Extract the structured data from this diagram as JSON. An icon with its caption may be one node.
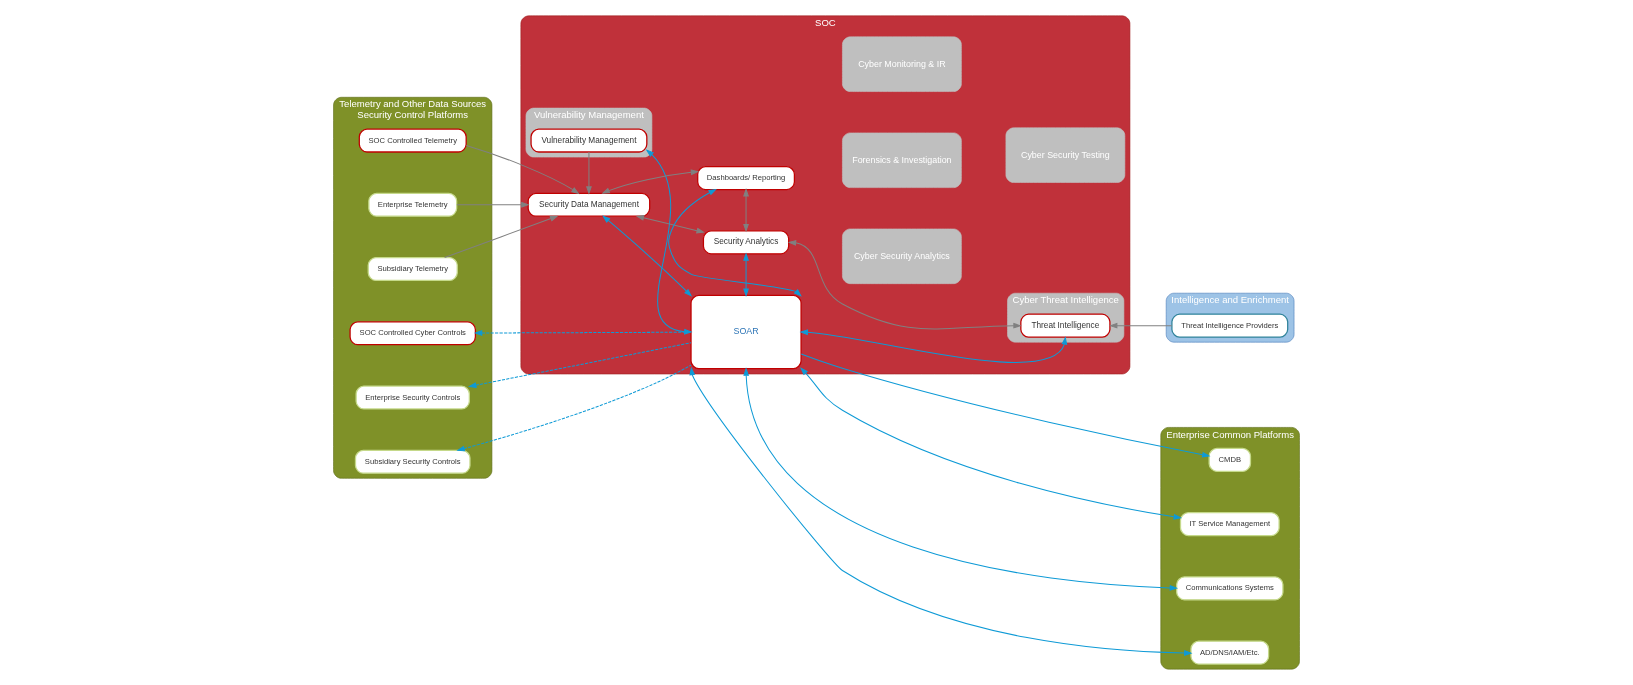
{
  "diagram": {
    "nodes": [
      {
        "text": [
          "Telemetry and Other Data Sources",
          "Security Control Platforms"
        ]
      },
      {
        "text": [
          "SOC Controlled Telemetry"
        ],
        "in": 0
      },
      {
        "text": [
          "Enterprise Telemetry"
        ],
        "in": 0
      },
      {
        "text": [
          "Subsidiary Telemetry"
        ],
        "in": 0
      },
      {
        "text": [
          "SOC Controlled Cyber Controls"
        ],
        "in": 0
      },
      {
        "text": [
          "Enterprise Security Controls"
        ],
        "in": 0
      },
      {
        "text": [
          "Subsidiary Security Controls"
        ],
        "in": 0
      },
      {
        "text": [
          "SOC"
        ]
      },
      {
        "text": [
          "Cyber Security Analytics"
        ],
        "in": 7
      },
      {
        "text": [
          "Cyber Monitoring & IR"
        ],
        "in": 7
      },
      {
        "text": [
          "Cyber Threat Intelligence"
        ],
        "in": 7
      },
      {
        "text": [
          "Vulnerability Management"
        ],
        "in": 7
      },
      {
        "text": [
          "Forensics & Investigation"
        ],
        "in": 7
      },
      {
        "text": [
          "Cyber Security Testing"
        ],
        "in": 7
      },
      {
        "text": [
          "Dashboards/ Reporting"
        ],
        "in": 7
      },
      {
        "text": [
          "Security Analytics"
        ],
        "in": 7
      },
      {
        "text": [
          "Security Data Management"
        ],
        "in": 7
      },
      {
        "text": [
          "SOAR"
        ],
        "in": 7
      },
      {
        "text": [
          "Vulnerability Management"
        ],
        "in": 11
      },
      {
        "text": [
          "Threat Intelligence"
        ],
        "in": 10
      },
      {
        "text": [
          "Intelligence and Enrichment"
        ]
      },
      {
        "text": [
          "Threat Intelligence Providers"
        ],
        "in": 20
      },
      {
        "text": [
          "Enterprise Common Platforms"
        ]
      },
      {
        "text": [
          "IT Service Management"
        ],
        "in": 22
      },
      {
        "text": [
          "Communications Systems"
        ],
        "in": 22
      },
      {
        "text": [
          "AD/DNS/IAM/Etc."
        ],
        "in": 22
      },
      {
        "text": [
          "CMDB"
        ],
        "in": 22
      }
    ],
    "edges": [
      {
        "from": 1,
        "to": 16,
        "arrow": "to",
        "color": "#808080"
      },
      {
        "from": 2,
        "to": 16,
        "arrow": "to",
        "color": "#808080"
      },
      {
        "from": 3,
        "to": 16,
        "arrow": "to",
        "color": "#808080"
      },
      {
        "from": 16,
        "to": 14,
        "arrow": "both",
        "color": "#808080"
      },
      {
        "from": 16,
        "to": 15,
        "arrow": "both",
        "color": "#808080"
      },
      {
        "from": 14,
        "to": 15,
        "arrow": "both",
        "color": "#808080"
      },
      {
        "from": 18,
        "to": 16,
        "arrow": "to",
        "color": "#808080"
      },
      {
        "from": 15,
        "to": 19,
        "arrow": "both",
        "color": "#808080"
      },
      {
        "from": 21,
        "to": 19,
        "arrow": "to",
        "color": "#808080"
      },
      {
        "from": 15,
        "to": 17,
        "arrow": "both"
      },
      {
        "from": 16,
        "to": 17,
        "arrow": "both"
      },
      {
        "from": 17,
        "to": 18,
        "arrow": "both"
      },
      {
        "from": 17,
        "to": 14,
        "arrow": "both"
      },
      {
        "from": 17,
        "to": 19,
        "arrow": "both"
      },
      {
        "from": 17,
        "to": 4,
        "arrow": "to",
        "style": "dashed"
      },
      {
        "from": 17,
        "to": 5,
        "arrow": "to",
        "style": "dashed"
      },
      {
        "from": 17,
        "to": 6,
        "arrow": "to",
        "style": "dashed"
      },
      {
        "from": 17,
        "to": 23,
        "arrow": "both"
      },
      {
        "from": 17,
        "to": 24,
        "arrow": "both"
      },
      {
        "from": 17,
        "to": 25,
        "arrow": "both"
      },
      {
        "from": 17,
        "to": 26,
        "arrow": "to"
      }
    ]
  }
}
